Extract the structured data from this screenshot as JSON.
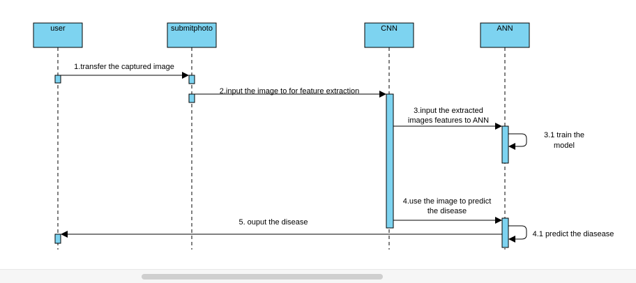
{
  "actors": [
    {
      "id": "user",
      "label": "user"
    },
    {
      "id": "submitphoto",
      "label": "submitphoto"
    },
    {
      "id": "cnn",
      "label": "CNN"
    },
    {
      "id": "ann",
      "label": "ANN"
    }
  ],
  "messages": [
    {
      "id": "m1",
      "lines": [
        "1.transfer the captured image"
      ]
    },
    {
      "id": "m2",
      "lines": [
        "2.input the image to for feature extraction"
      ]
    },
    {
      "id": "m3",
      "lines": [
        "3.input the extracted",
        "images features to ANN"
      ]
    },
    {
      "id": "m31",
      "lines": [
        "3.1 train the",
        "model"
      ]
    },
    {
      "id": "m4",
      "lines": [
        "4.use the image to predict",
        "the disease"
      ]
    },
    {
      "id": "m41",
      "lines": [
        "4.1 predict the  diasease"
      ]
    },
    {
      "id": "m5",
      "lines": [
        "5. ouput the disease"
      ]
    }
  ],
  "colors": {
    "box_fill": "#7dd3f0",
    "line": "#000000"
  }
}
